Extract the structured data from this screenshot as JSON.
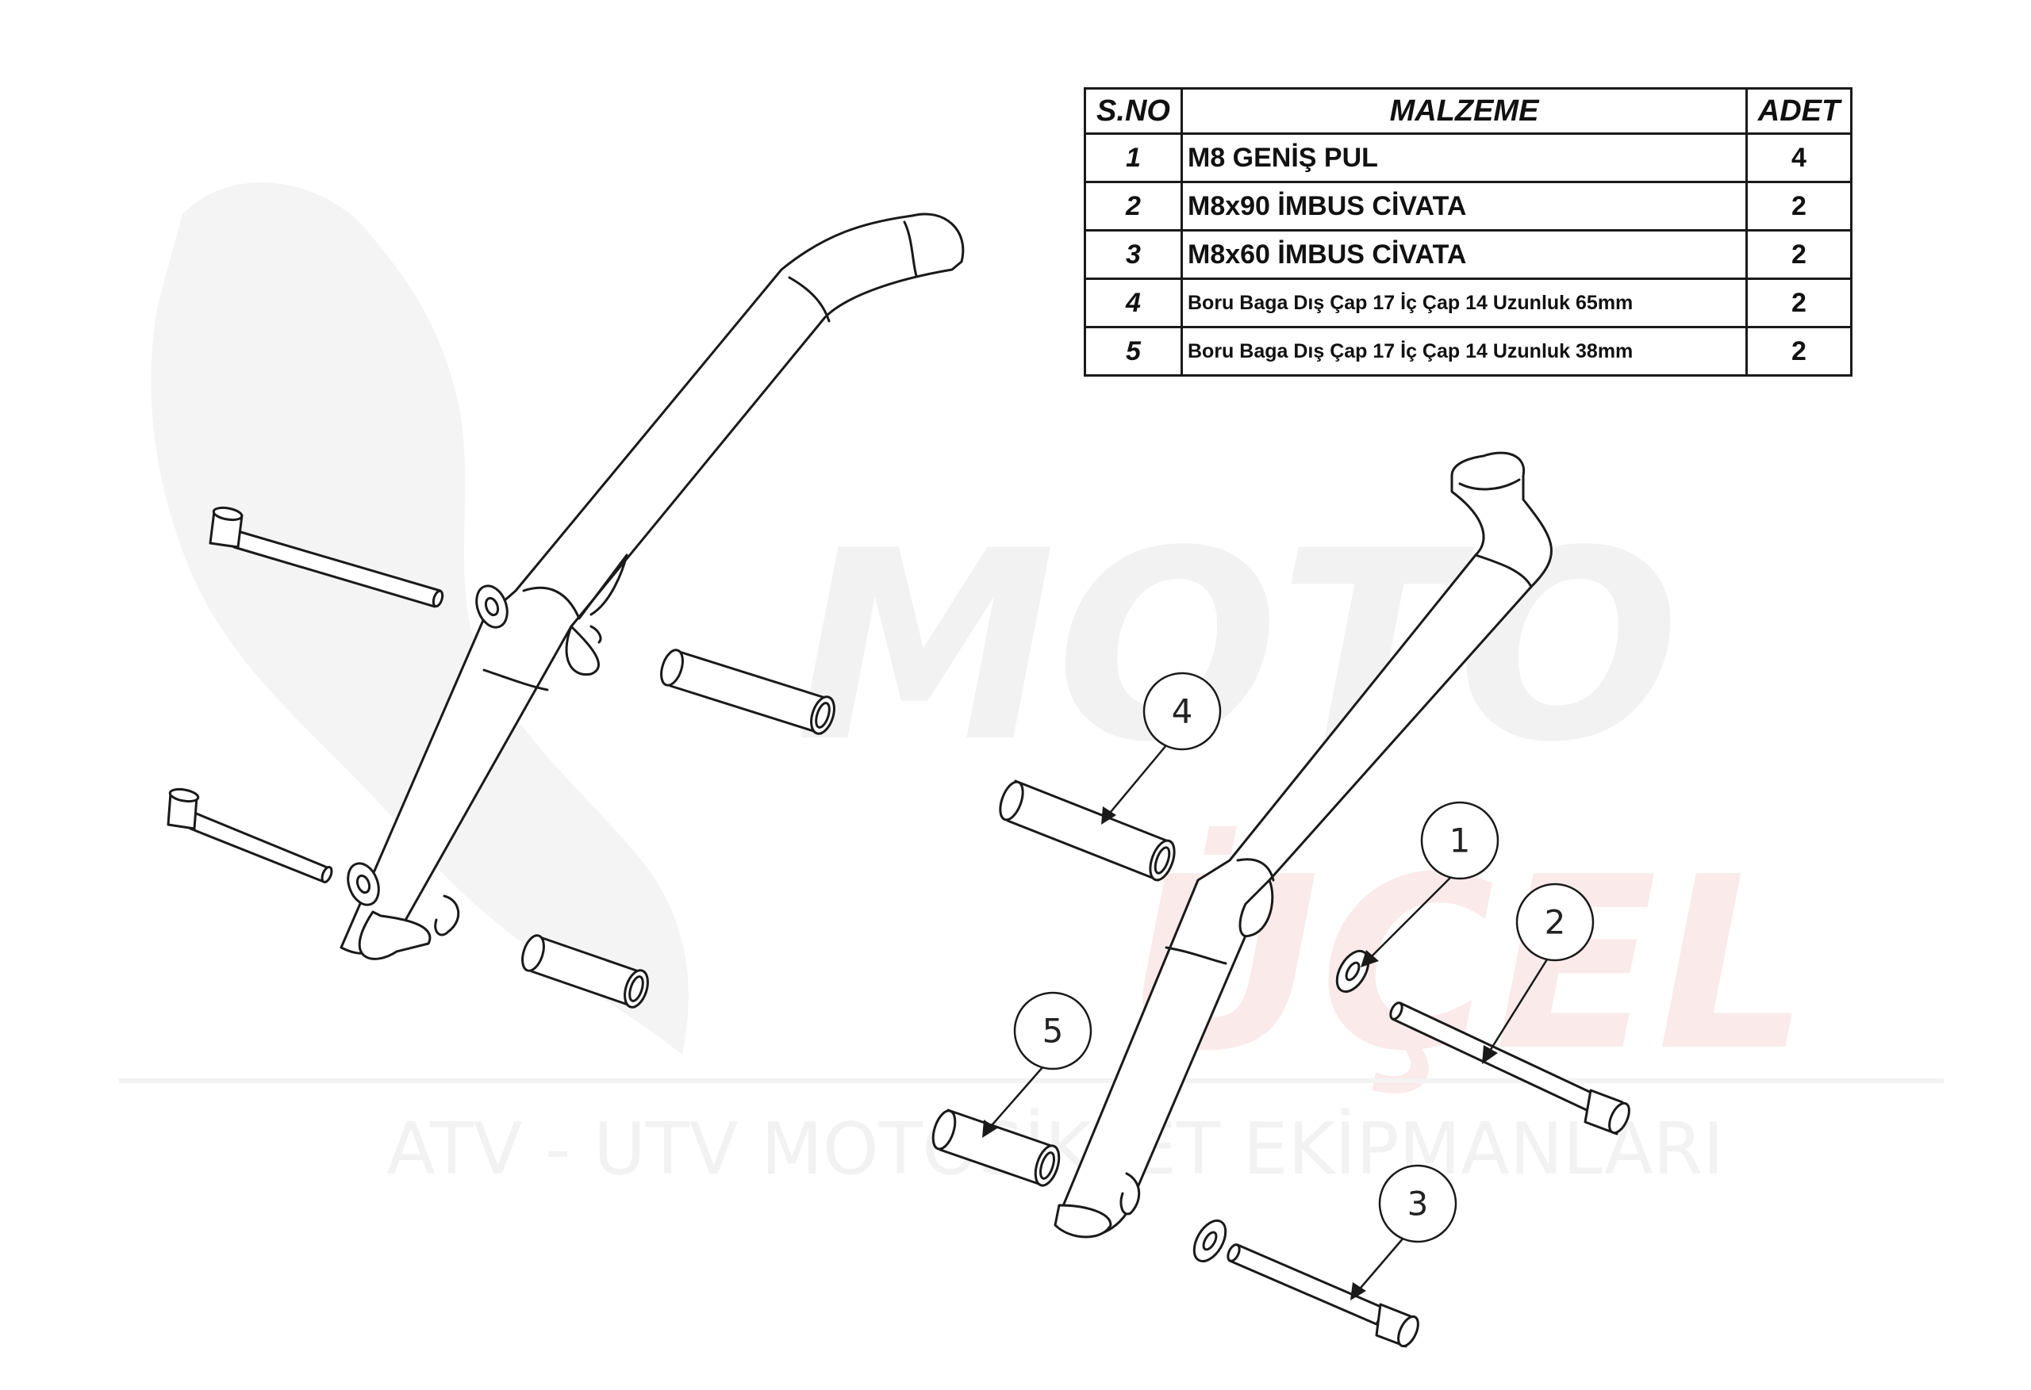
{
  "bom": {
    "headers": {
      "no": "S.NO",
      "material": "MALZEME",
      "qty": "ADET"
    },
    "rows": [
      {
        "no": "1",
        "material": "M8 GENİŞ PUL",
        "qty": "4",
        "small": false
      },
      {
        "no": "2",
        "material": "M8x90 İMBUS CİVATA",
        "qty": "2",
        "small": false
      },
      {
        "no": "3",
        "material": "M8x60 İMBUS CİVATA",
        "qty": "2",
        "small": false
      },
      {
        "no": "4",
        "material": "Boru Baga Dış Çap 17 İç Çap 14 Uzunluk 65mm",
        "qty": "2",
        "small": true
      },
      {
        "no": "5",
        "material": "Boru Baga Dış Çap 17 İç Çap 14 Uzunluk 38mm",
        "qty": "2",
        "small": true
      }
    ]
  },
  "watermark": {
    "brand_top": "MOTO",
    "brand_bottom": "ÜÇEL",
    "tagline": "ATV - UTV MOTOSİKLET EKİPMANLARI",
    "color_dark": "#f2f2f2",
    "color_red": "#fbeaea"
  },
  "balloons": [
    {
      "label": "1"
    },
    {
      "label": "2"
    },
    {
      "label": "3"
    },
    {
      "label": "4"
    },
    {
      "label": "5"
    }
  ],
  "colors": {
    "line": "#1a1a1a",
    "fill": "#ffffff"
  }
}
